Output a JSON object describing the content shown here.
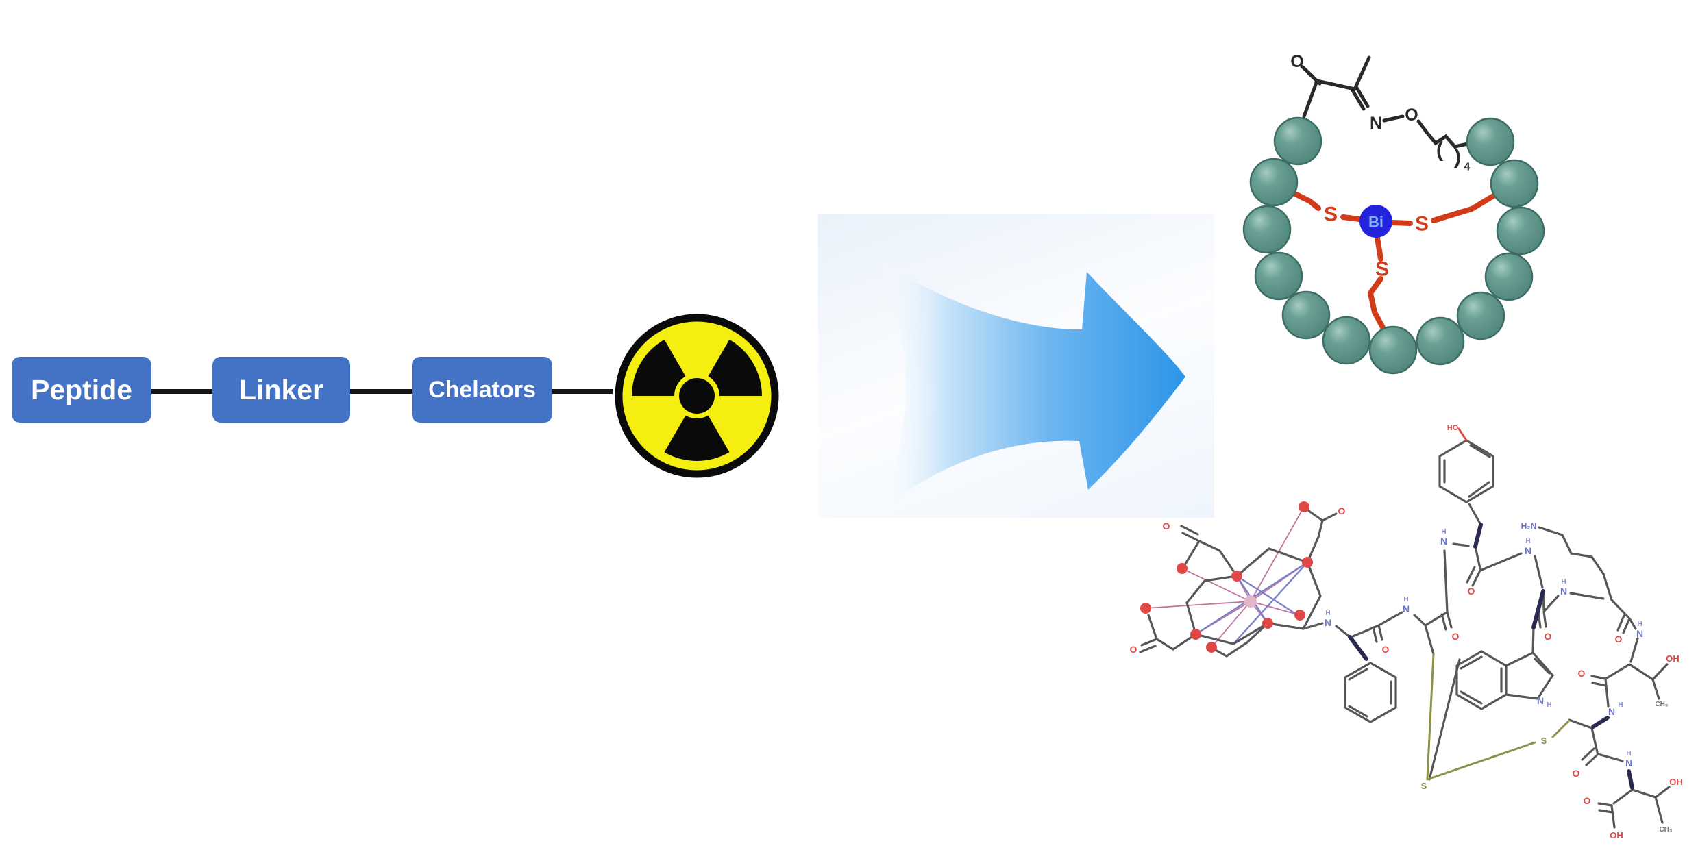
{
  "figure": {
    "construct": {
      "boxes": [
        {
          "label": "Peptide"
        },
        {
          "label": "Linker"
        },
        {
          "label": "Chelators"
        }
      ],
      "box_fill": "#4472c4",
      "box_text_color": "#ffffff",
      "connector_color": "#141414"
    },
    "radiation_symbol": {
      "meaning": "radionuclide",
      "yellow": "#f4ef10",
      "black": "#0a0a0a"
    },
    "reaction_arrow": {
      "direction": "right",
      "start_color": "#ffffff",
      "end_color": "#2b94e8"
    },
    "bead_macrocycle": {
      "bead_count": 13,
      "bead_fill": "#5b948a",
      "bead_edge": "#3d6d65",
      "metal": {
        "symbol": "Bi",
        "fill": "#2323de",
        "text_color": "#84b1f3"
      },
      "sulfur": {
        "symbol": "S",
        "color": "#d23b1a"
      },
      "oxime_linker": {
        "carbonyl_oxygen": "O",
        "nitrogen": "N",
        "oxime_oxygen": "O",
        "repeat_open": "(",
        "repeat_close": ")",
        "repeat_count": "4"
      }
    },
    "chelator_structure": {
      "bond_color": "#575757",
      "oxygen_color": "#e04848",
      "nitrogen_color": "#6a74c9",
      "disulfide_color": "#8f9148",
      "coordination_color": "#c2739e",
      "metal_dot_color": "#e3b7c7",
      "labels": {
        "O": "O",
        "N": "N",
        "H": "H",
        "S": "S",
        "HO": "HO",
        "OH": "OH",
        "H2N": "H₂N",
        "CH3": "CH₃"
      }
    }
  }
}
